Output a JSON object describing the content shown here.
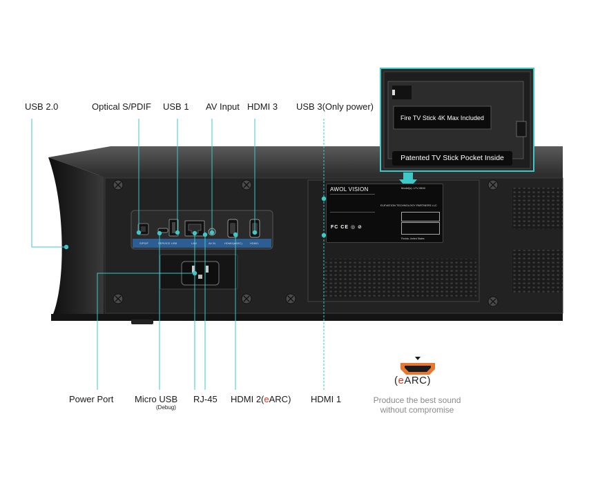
{
  "labels": {
    "usb20": "USB 2.0",
    "optical": "Optical S/PDIF",
    "usb1": "USB 1",
    "av_input": "AV Input",
    "hdmi3": "HDMI 3",
    "usb3": "USB 3(Only power)",
    "power_port": "Power Port",
    "micro_usb": "Micro USB",
    "micro_usb_sub": "(Debug)",
    "rj45": "RJ-45",
    "hdmi2_pre": "HDMI 2(",
    "hdmi2_e": "e",
    "hdmi2_post": "ARC)",
    "hdmi1": "HDMI 1"
  },
  "callout": {
    "fire_tv": "Fire TV Stick 4K Max Included",
    "pocket": "Patented TV Stick Pocket Inside"
  },
  "panel_labels": [
    "S/PDIF",
    "SERVICE",
    "USB",
    "LAN",
    "AV IN",
    "HDMI2(eARC)",
    "HDMI1"
  ],
  "sticker": {
    "brand": "AWOL VISION",
    "model": "Model(s): LTV-3500",
    "company": "ELEVATION TECHNOLOGY PARTNERS LLC",
    "location": "Florida, United States"
  },
  "earc": {
    "badge_pre": "(",
    "badge_e": "e",
    "badge_post": "ARC)",
    "line1": "Produce the best sound",
    "line2": "without compromise"
  },
  "colors": {
    "accent": "#3fc8c8",
    "panel_blue": "#2c5e93",
    "earc_orange": "#e6782f",
    "earc_red": "#d83a1e"
  },
  "icons": [
    "hdmi-port-icon",
    "arrow-down-icon"
  ]
}
